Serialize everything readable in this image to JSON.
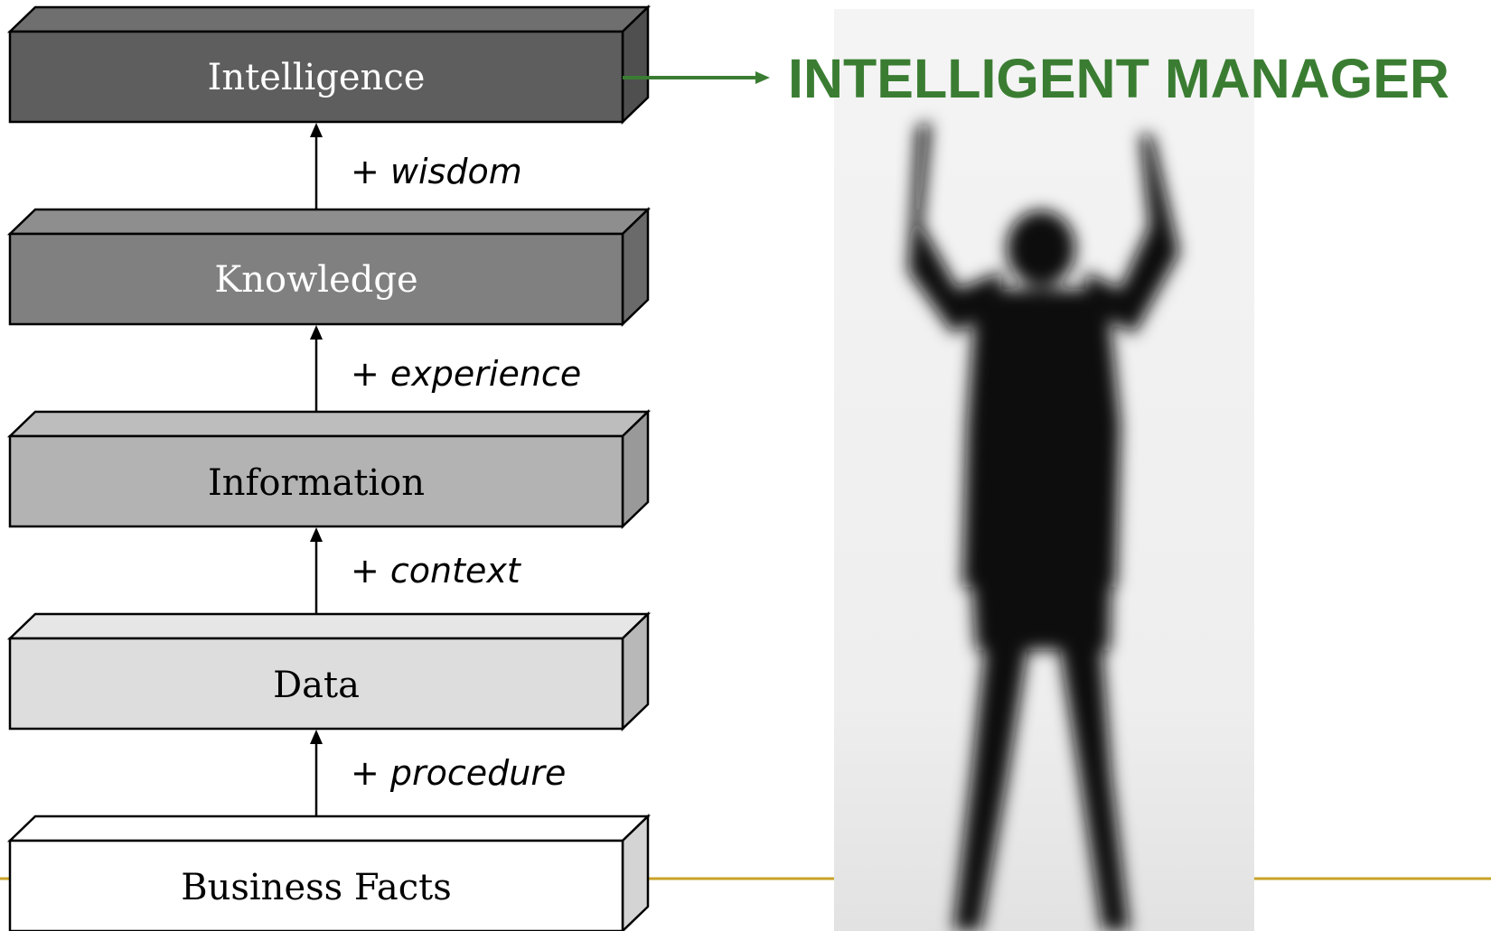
{
  "blocks": [
    {
      "label": "Intelligence",
      "face": "#5e5e5e",
      "top": "#6f6f6f",
      "side": "#4f4f4f",
      "text": "#ffffff"
    },
    {
      "label": "Knowledge",
      "face": "#808080",
      "top": "#8e8e8e",
      "side": "#6a6a6a",
      "text": "#ffffff"
    },
    {
      "label": "Information",
      "face": "#b3b3b3",
      "top": "#bdbdbd",
      "side": "#999999",
      "text": "#000000"
    },
    {
      "label": "Data",
      "face": "#dddddd",
      "top": "#e6e6e6",
      "side": "#b8b8b8",
      "text": "#000000"
    },
    {
      "label": "Business Facts",
      "face": "#ffffff",
      "top": "#ffffff",
      "side": "#d4d4d4",
      "text": "#000000"
    }
  ],
  "steps": [
    {
      "label": "+ wisdom"
    },
    {
      "label": "+ experience"
    },
    {
      "label": "+ context"
    },
    {
      "label": "+ procedure"
    }
  ],
  "headline": {
    "text": "INTELLIGENT MANAGER",
    "color": "#3a7d32"
  },
  "accent_line_color": "#c9a227",
  "photo": {
    "subject": "silhouette of person with raised arms"
  }
}
